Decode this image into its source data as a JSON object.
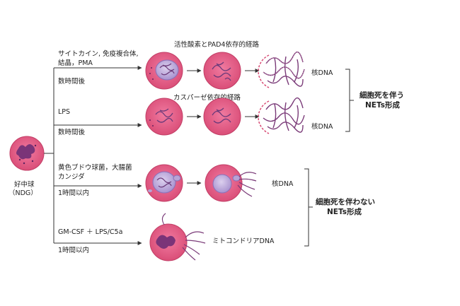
{
  "neutrophil": {
    "label_line1": "好中球",
    "label_line2": "（NDG）"
  },
  "rows": [
    {
      "stimulus_line1": "サイトカイン, 免疫複合体,",
      "stimulus_line2": "結晶，PMA",
      "time": "数時間後",
      "pathway": "活性酸素とPAD4依存的経路",
      "dna_label": "核DNA"
    },
    {
      "stimulus_line1": "LPS",
      "stimulus_line2": "",
      "time": "数時間後",
      "pathway": "カスパーゼ依存的経路",
      "dna_label": "核DNA"
    },
    {
      "stimulus_line1": "黄色ブドウ球菌，大腸菌",
      "stimulus_line2": "カンジダ",
      "time": "1時間以内",
      "pathway": "",
      "dna_label": "核DNA"
    },
    {
      "stimulus_line1": "GM-CSF ＋ LPS/C5a",
      "stimulus_line2": "",
      "time": "1時間以内",
      "pathway": "",
      "dna_label": "ミトコンドリアDNA"
    }
  ],
  "groups": {
    "with_death": {
      "line1": "細胞死を伴う",
      "line2": "NETs形成"
    },
    "without_death": {
      "line1": "細胞死を伴わない",
      "line2": "NETs形成"
    }
  },
  "colors": {
    "cell": "#e0577f",
    "cell_dark": "#c23e66",
    "nucleus": "#b8a3d6",
    "dna": "#7a3a78",
    "line": "#333333"
  }
}
